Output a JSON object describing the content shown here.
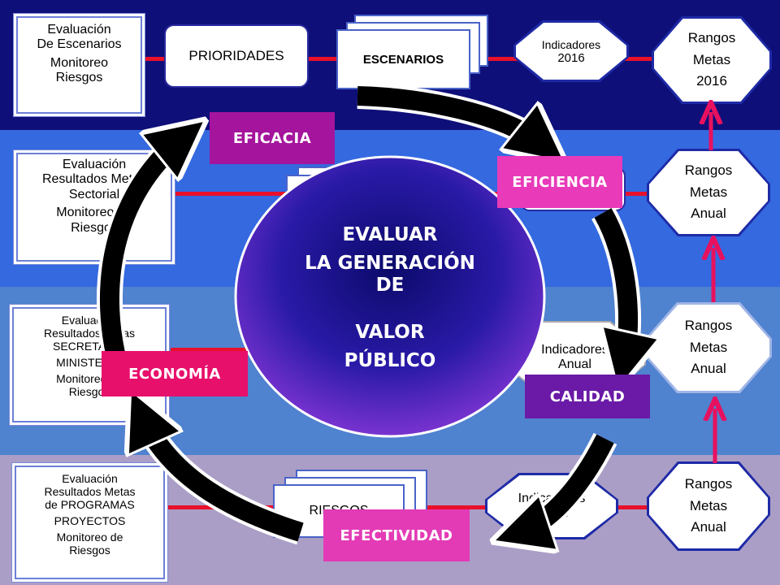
{
  "colors": {
    "band1": "#0f0f7a",
    "band2": "#3469e0",
    "band3": "#4f82cf",
    "band4": "#aa9ec6",
    "eficacia": "#a5149c",
    "eficiencia": "#e83ab9",
    "economia": "#e7106b",
    "calidad": "#6a1aa6",
    "efectividad": "#e33ab6",
    "connector": "#e8102a",
    "up_arrow": "#e8115f"
  },
  "left_boxes": [
    {
      "lines": [
        "Evaluación",
        "De Escenarios",
        "Monitoreo",
        "Riesgos"
      ]
    },
    {
      "lines": [
        "Evaluación",
        "Resultados Metas",
        "Sectorial",
        "Monitoreo de",
        "Riesgos"
      ]
    },
    {
      "lines": [
        "Evaluación",
        "Resultados Metas",
        "SECRETARIO",
        "MINISTERIO",
        "Monitoreo de",
        "Riesgos"
      ]
    },
    {
      "lines": [
        "Evaluación",
        "Resultados Metas",
        "de PROGRAMAS",
        "PROYECTOS",
        "Monitoreo de",
        "Riesgos"
      ]
    }
  ],
  "top_row": {
    "prioridades": "PRIORIDADES",
    "escenarios": "ESCENARIOS",
    "indicadores": [
      "Indicadores",
      "2016"
    ]
  },
  "right_octagons": [
    {
      "lines": [
        "Rangos",
        "Metas",
        "2016"
      ]
    },
    {
      "lines": [
        "Rangos",
        "Metas",
        "Anual"
      ]
    },
    {
      "lines": [
        "Rangos",
        "Metas",
        "Anual"
      ]
    },
    {
      "lines": [
        "Rangos",
        "Metas",
        "Anual"
      ]
    }
  ],
  "middle_right": {
    "ind3": [
      "Indicadores",
      "Anual"
    ],
    "ind4": [
      "Indicadores",
      "Anual"
    ]
  },
  "bottom_stack": "RIESGOS",
  "cycle_labels": {
    "eficacia": "EFICACIA",
    "eficiencia": "EFICIENCIA",
    "economia": "ECONOMÍA",
    "calidad": "CALIDAD",
    "efectividad": "EFECTIVIDAD"
  },
  "center": {
    "line1": "EVALUAR",
    "line2": "LA GENERACIÓN",
    "line3": "DE",
    "line4": "VALOR",
    "line5": "PÚBLICO"
  }
}
